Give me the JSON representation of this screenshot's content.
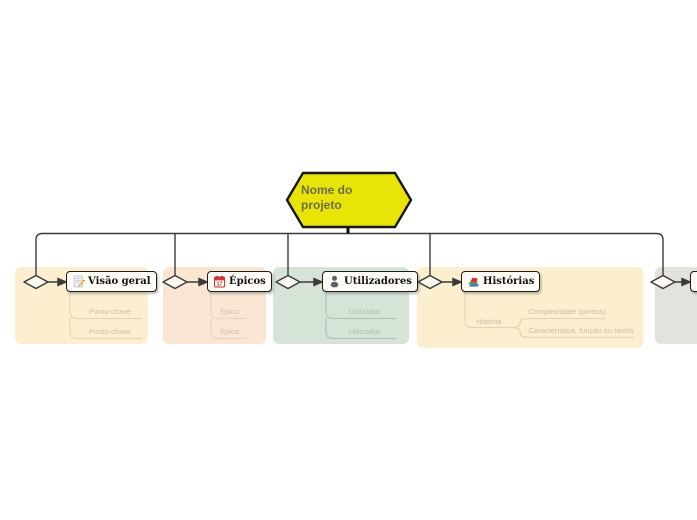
{
  "root": {
    "label": "Nome do projeto"
  },
  "colors": {
    "root_fill": "#e8e506",
    "root_text": "#6c6c50",
    "connector": "#3b3b3b",
    "node_border": "#1c1c1c",
    "node_bg": "#fffdf5",
    "panel_cream": "#fcefd0",
    "panel_peach": "#fbe6d4",
    "panel_green": "#d5e4d7",
    "panel_gray": "#e4e2dc"
  },
  "branches": [
    {
      "label": "Visão geral",
      "icon": "notepad-pencil-icon",
      "children": [
        "Ponto-chave",
        "Ponto-chave"
      ]
    },
    {
      "label": "Épicos",
      "icon": "calendar-icon",
      "icon_text": "17",
      "children": [
        "Épico",
        "Épico"
      ]
    },
    {
      "label": "Utilizadores",
      "icon": "person-icon",
      "children": [
        "Utilizador",
        "Utilizador"
      ]
    },
    {
      "label": "Histórias",
      "icon": "books-icon",
      "child": {
        "label": "História",
        "children": [
          "Complexidade (pontos)",
          "Característica, função ou tarefa"
        ]
      }
    },
    {
      "label": ""
    }
  ]
}
